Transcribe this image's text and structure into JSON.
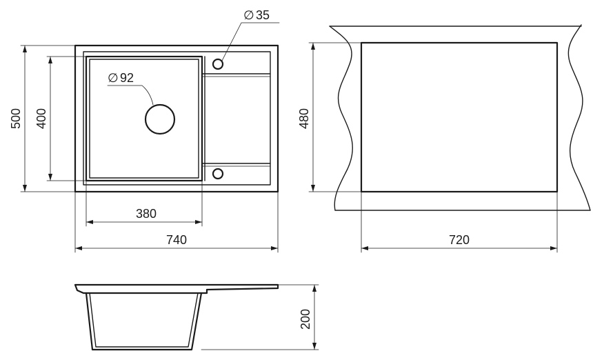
{
  "dimensions": {
    "sink_width": "740",
    "sink_depth": "500",
    "bowl_width": "380",
    "bowl_depth": "400",
    "drain_diameter": "92",
    "tap_hole_diameter": "35",
    "cutout_width": "720",
    "cutout_depth": "480",
    "bowl_height": "200"
  },
  "symbols": {
    "diameter": "∅"
  }
}
